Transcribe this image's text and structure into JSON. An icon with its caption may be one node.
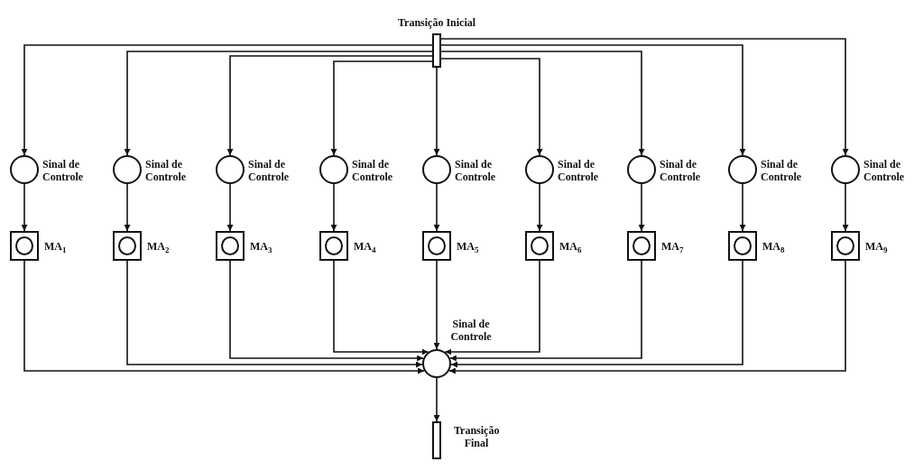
{
  "diagram": {
    "nodes": [
      {
        "text": [
          "Transição Inicial"
        ]
      },
      {
        "text": [
          "Sinal de Controle"
        ]
      },
      {
        "text": [
          "Sinal de Controle"
        ]
      },
      {
        "text": [
          "Sinal de Controle"
        ]
      },
      {
        "text": [
          "Sinal de Controle"
        ]
      },
      {
        "text": [
          "Sinal de Controle"
        ]
      },
      {
        "text": [
          "Sinal de Controle"
        ]
      },
      {
        "text": [
          "Sinal de Controle"
        ]
      },
      {
        "text": [
          "Sinal de Controle"
        ]
      },
      {
        "text": [
          "Sinal de Controle"
        ]
      },
      {
        "text": [
          "MA$_{1}$"
        ]
      },
      {
        "text": [
          "MA$_{2}$"
        ]
      },
      {
        "text": [
          "MA$_{3}$"
        ]
      },
      {
        "text": [
          "MA$_{4}$"
        ]
      },
      {
        "text": [
          "MA$_{5}$"
        ]
      },
      {
        "text": [
          "MA$_{6}$"
        ]
      },
      {
        "text": [
          "MA$_{7}$"
        ]
      },
      {
        "text": [
          "MA$_{8}$"
        ]
      },
      {
        "text": [
          "MA$_{9}$"
        ]
      },
      {
        "text": [
          "Sinal de Controle"
        ]
      },
      {
        "text": [
          "Transição Final"
        ]
      }
    ],
    "edges": [
      {
        "from": 0,
        "to": 1,
        "arrow": "to"
      },
      {
        "from": 0,
        "to": 2,
        "arrow": "to"
      },
      {
        "from": 0,
        "to": 3,
        "arrow": "to"
      },
      {
        "from": 0,
        "to": 4,
        "arrow": "to"
      },
      {
        "from": 0,
        "to": 5,
        "arrow": "to"
      },
      {
        "from": 0,
        "to": 6,
        "arrow": "to"
      },
      {
        "from": 0,
        "to": 7,
        "arrow": "to"
      },
      {
        "from": 0,
        "to": 8,
        "arrow": "to"
      },
      {
        "from": 0,
        "to": 9,
        "arrow": "to"
      },
      {
        "from": 1,
        "to": 10,
        "arrow": "to"
      },
      {
        "from": 2,
        "to": 11,
        "arrow": "to"
      },
      {
        "from": 3,
        "to": 12,
        "arrow": "to"
      },
      {
        "from": 4,
        "to": 13,
        "arrow": "to"
      },
      {
        "from": 5,
        "to": 14,
        "arrow": "to"
      },
      {
        "from": 6,
        "to": 15,
        "arrow": "to"
      },
      {
        "from": 7,
        "to": 16,
        "arrow": "to"
      },
      {
        "from": 8,
        "to": 17,
        "arrow": "to"
      },
      {
        "from": 9,
        "to": 18,
        "arrow": "to"
      },
      {
        "from": 10,
        "to": 19,
        "arrow": "to"
      },
      {
        "from": 11,
        "to": 19,
        "arrow": "to"
      },
      {
        "from": 12,
        "to": 19,
        "arrow": "to"
      },
      {
        "from": 13,
        "to": 19,
        "arrow": "to"
      },
      {
        "from": 14,
        "to": 19,
        "arrow": "to"
      },
      {
        "from": 15,
        "to": 19,
        "arrow": "to"
      },
      {
        "from": 16,
        "to": 19,
        "arrow": "to"
      },
      {
        "from": 17,
        "to": 19,
        "arrow": "to"
      },
      {
        "from": 18,
        "to": 19,
        "arrow": "to"
      },
      {
        "from": 19,
        "to": 20,
        "arrow": "to"
      }
    ]
  }
}
